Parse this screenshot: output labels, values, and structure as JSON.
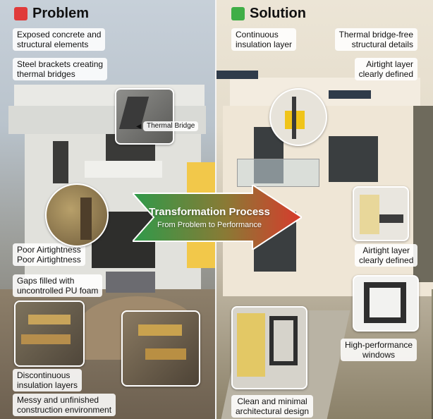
{
  "colors": {
    "problem": "#e03a3a",
    "solution": "#3fae46",
    "arrow_green": "#2e9a4a",
    "arrow_red": "#d83a2c"
  },
  "problem": {
    "title": "Problem",
    "labels": [
      "Exposed concrete and\nstructural elements",
      "Steel brackets creating\nthermal bridges",
      "Thermal Bridge",
      "Poor Airtightness\nPoor Airtightness",
      "Gaps filled with\nuncontrolled PU foam",
      "Discontinuous\ninsulation layers",
      "Messy and unfinished\nconstruction environment"
    ]
  },
  "solution": {
    "title": "Solution",
    "labels": [
      "Continuous\ninsulation layer",
      "Thermal bridge-free\nstructural details",
      "Airtight layer\nclearly defined",
      "Airtight layer\nclearly defined",
      "High-performance\nwindows",
      "Clean and minimal\narchitectural design"
    ]
  },
  "transformation": {
    "title": "Transformation Process",
    "subtitle": "From Problem to Performance"
  }
}
